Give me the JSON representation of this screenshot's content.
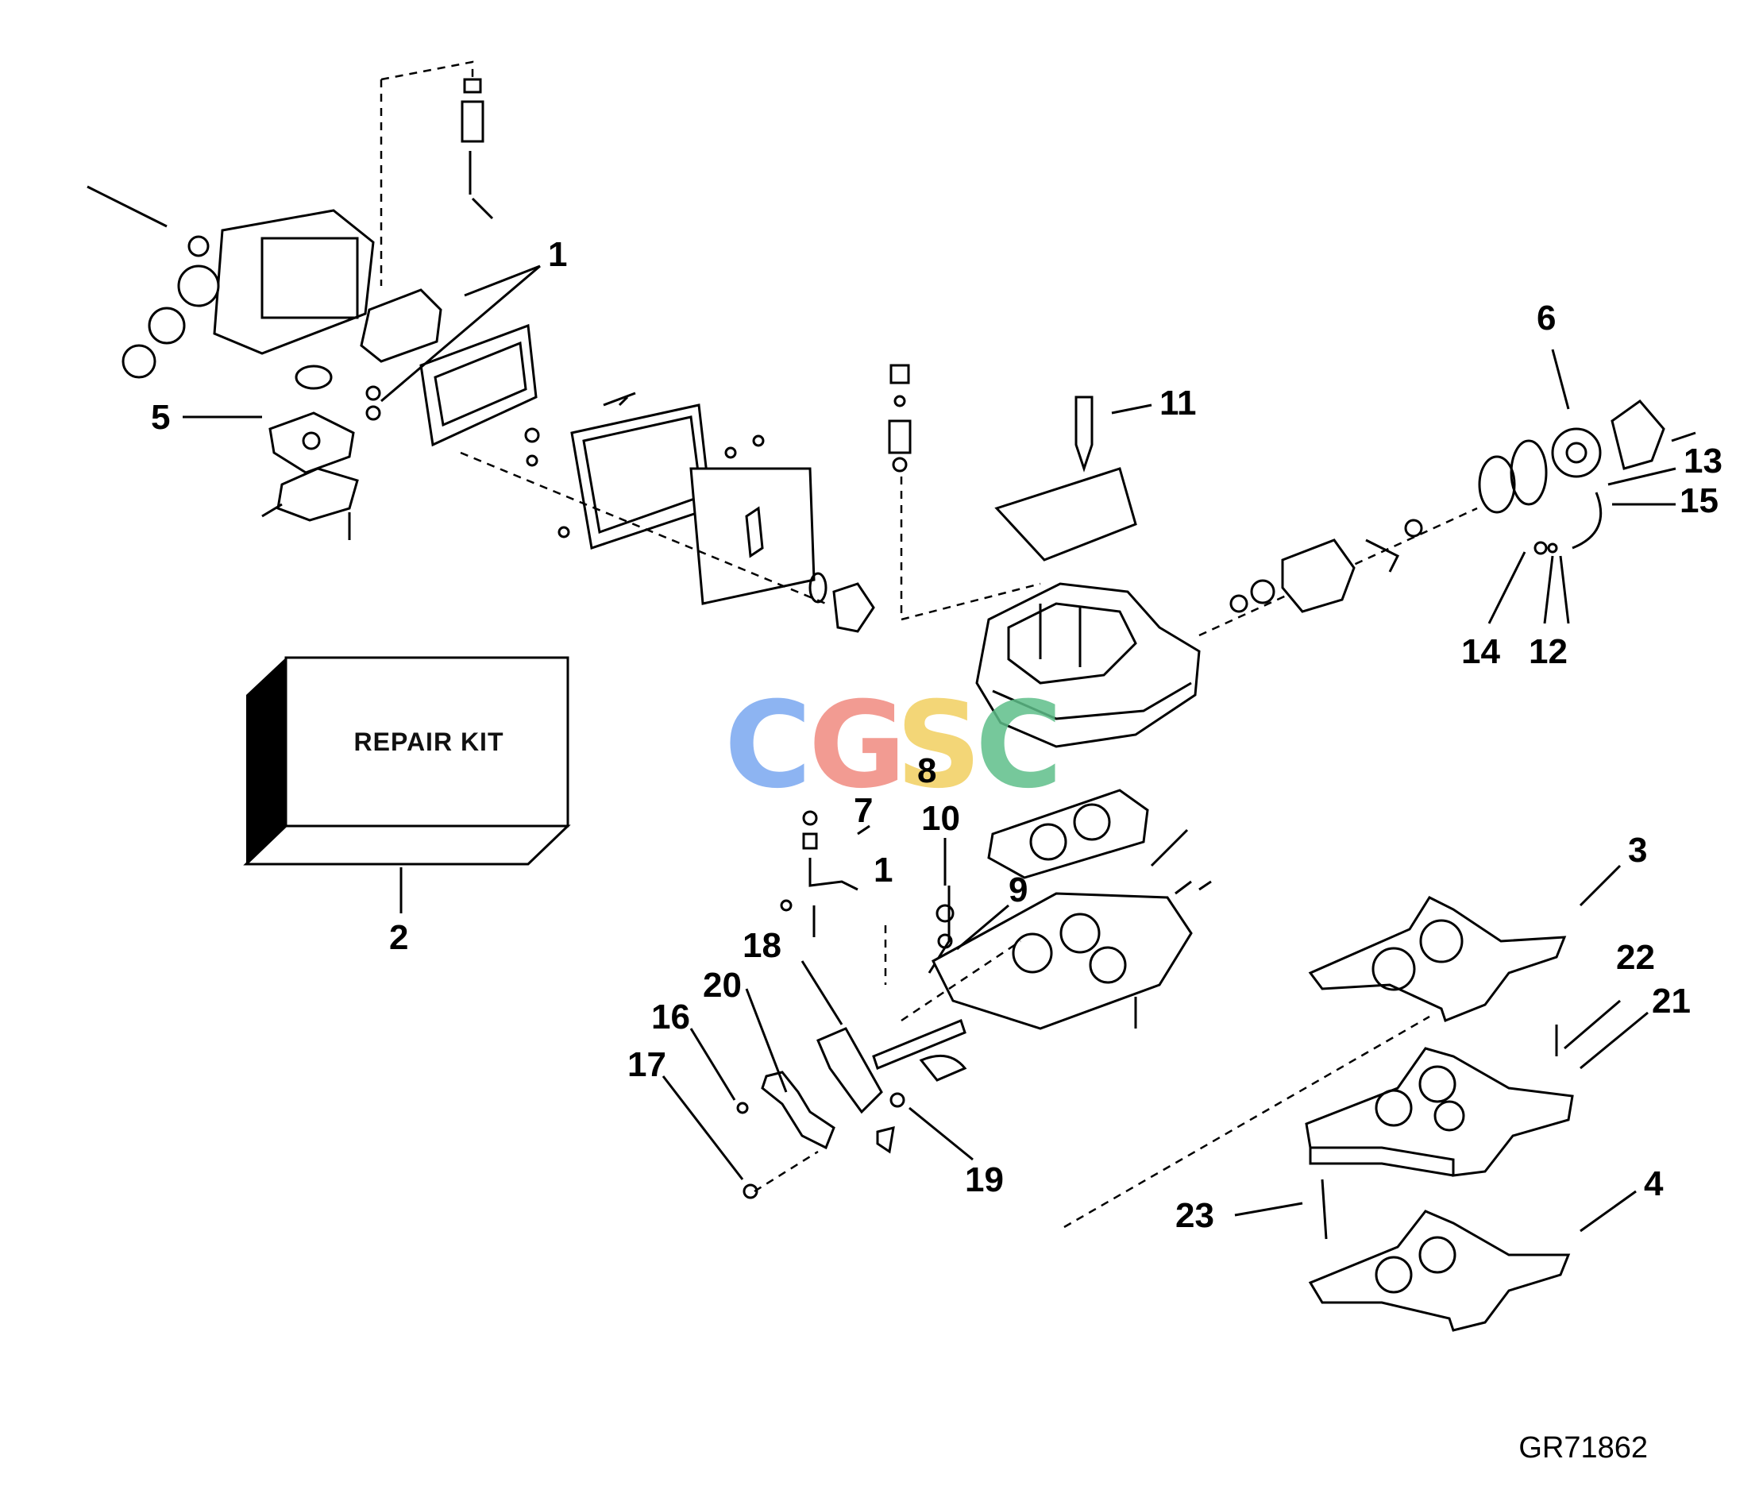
{
  "repair_kit": {
    "label": "REPAIR KIT"
  },
  "watermark": {
    "letters": [
      "C",
      "G",
      "S",
      "C"
    ],
    "colors": [
      "#7aa7f0",
      "#f08a80",
      "#f2d060",
      "#5fbf8a"
    ]
  },
  "reference": "GR71862",
  "callouts": {
    "c1a": "1",
    "c1b": "1",
    "c2": "2",
    "c3": "3",
    "c4": "4",
    "c5": "5",
    "c6": "6",
    "c7": "7",
    "c8": "8",
    "c9": "9",
    "c10": "10",
    "c11": "11",
    "c12": "12",
    "c13": "13",
    "c14": "14",
    "c15": "15",
    "c16": "16",
    "c17": "17",
    "c18": "18",
    "c19": "19",
    "c20": "20",
    "c21": "21",
    "c22": "22",
    "c23": "23"
  }
}
